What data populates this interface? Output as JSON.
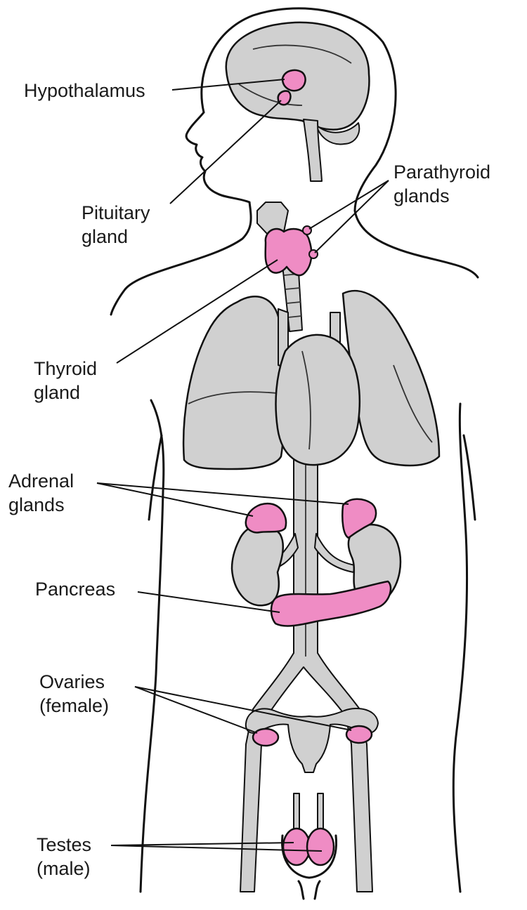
{
  "colors": {
    "gland": "#ef8cc4",
    "organ": "#d0d0d0",
    "outline": "#111111"
  },
  "labels": {
    "hypothalamus": "Hypothalamus",
    "pituitary_line1": "Pituitary",
    "pituitary_line2": "gland",
    "parathyroid_line1": "Parathyroid",
    "parathyroid_line2": "glands",
    "thyroid_line1": "Thyroid",
    "thyroid_line2": "gland",
    "adrenal_line1": "Adrenal",
    "adrenal_line2": "glands",
    "pancreas": "Pancreas",
    "ovaries_line1": "Ovaries",
    "ovaries_line2": "(female)",
    "testes_line1": "Testes",
    "testes_line2": "(male)"
  }
}
